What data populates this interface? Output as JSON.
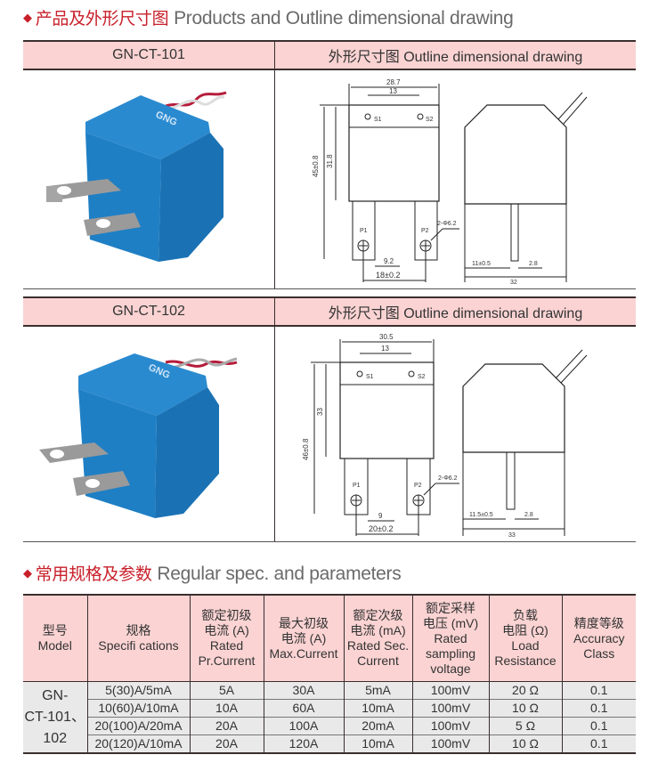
{
  "section1": {
    "title_cn": "产品及外形尺寸图",
    "title_en": "Products and Outline dimensional drawing"
  },
  "products": [
    {
      "model": "GN-CT-101",
      "drawing_header": "外形尺寸图 Outline dimensional drawing",
      "photo_logo": "GNG",
      "dims": {
        "width": "28.7",
        "pin_spacing": "13",
        "s1": "S1",
        "s2": "S2",
        "body_height": "31.8",
        "total_height": "45±0.8",
        "p1": "P1",
        "p2": "P2",
        "hole": "2-Φ6.2",
        "tab_gap": "9.2",
        "tab_spacing": "18±0.2",
        "side_offset": "11±0.5",
        "tab_thickness": "2.8",
        "depth": "32"
      }
    },
    {
      "model": "GN-CT-102",
      "drawing_header": "外形尺寸图 Outline dimensional drawing",
      "photo_logo": "GNG",
      "dims": {
        "width": "30.5",
        "pin_spacing": "13",
        "s1": "S1",
        "s2": "S2",
        "body_height": "33",
        "total_height": "46±0.8",
        "p1": "P1",
        "p2": "P2",
        "hole": "2-Φ6.2",
        "tab_gap": "9",
        "tab_spacing": "20±0.2",
        "side_offset": "11.5±0.5",
        "tab_thickness": "2.8",
        "depth": "33"
      }
    }
  ],
  "section2": {
    "title_cn": "常用规格及参数",
    "title_en": "Regular spec. and parameters"
  },
  "spec_table": {
    "headers": [
      [
        "型号",
        "Model"
      ],
      [
        "规格",
        "Specifi cations"
      ],
      [
        "额定初级",
        "电流 (A)",
        "Rated",
        "Pr.Current"
      ],
      [
        "最大初级",
        "电流 (A)",
        "Max.Current"
      ],
      [
        "额定次级",
        "电流 (mA)",
        "Rated Sec.",
        "Current"
      ],
      [
        "额定采样",
        "电压 (mV)",
        "Rated",
        "sampling",
        "voltage"
      ],
      [
        "负载",
        "电阻 (Ω)",
        "Load",
        "Resistance"
      ],
      [
        "精度等级",
        "Accuracy",
        "Class"
      ]
    ],
    "model_cell": [
      "GN-",
      "CT-101、",
      "102"
    ],
    "rows": [
      [
        "5(30)A/5mA",
        "5A",
        "30A",
        "5mA",
        "100mV",
        "20 Ω",
        "0.1"
      ],
      [
        "10(60)A/10mA",
        "10A",
        "60A",
        "10mA",
        "100mV",
        "10 Ω",
        "0.1"
      ],
      [
        "20(100)A/20mA",
        "20A",
        "100A",
        "20mA",
        "100mV",
        "5 Ω",
        "0.1"
      ],
      [
        "20(120)A/10mA",
        "20A",
        "120A",
        "10mA",
        "100mV",
        "10 Ω",
        "0.1"
      ]
    ]
  },
  "colors": {
    "accent_red": "#c8202a",
    "header_pink": "#fbd3d3",
    "row_gray": "#e9e9ea",
    "product_blue": "#1f7fc4"
  }
}
